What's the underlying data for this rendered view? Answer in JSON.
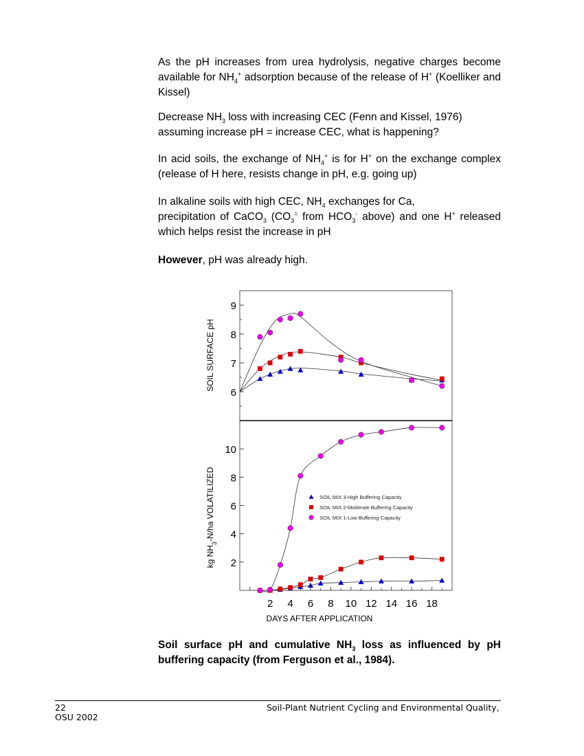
{
  "paragraphs": {
    "p1": {
      "a": "As the pH increases from urea hydrolysis, negative charges become available for NH",
      "sub": "4",
      "sup": "+",
      "b": " adsorption because of the release of H",
      "sup2": "+",
      "c": " (Koelliker and Kissel)"
    },
    "p2": {
      "a": "Decrease NH",
      "sub": "3",
      "b": " loss with increasing CEC (Fenn and Kissel, 1976) assuming increase pH = increase CEC, what is happening?"
    },
    "p3": {
      "a": "In acid soils, the exchange of NH",
      "sub": "4",
      "sup": "+",
      "b": " is for H",
      "sup2": "+",
      "c": " on the exchange complex (release of H here, resists change in pH, e.g. going up)"
    },
    "p4": {
      "a": "In alkaline soils with high CEC, NH",
      "sub": "4",
      "b": " exchanges for Ca,",
      "c": "precipitation of CaCO",
      "sub2": "3",
      "d": " (CO",
      "sub3": "3",
      "sup3": "=",
      "e": " from HCO",
      "sub4": "3",
      "sup4": "-",
      "f": " above) and one H",
      "sup5": "+",
      "g": " released which helps resist the increase in pH"
    },
    "p5": {
      "bold": "However",
      "rest": ", pH was already high."
    }
  },
  "caption": {
    "a": "Soil surface pH and cumulative NH",
    "sub": "3",
    "b": " loss as influenced by pH buffering capacity (from Ferguson et al., 1984)."
  },
  "footer": {
    "page_number": "22",
    "title": "Soil-Plant Nutrient Cycling and Environmental Quality,",
    "org": "OSU 2002"
  },
  "colors": {
    "high": "#0000cc",
    "moderate": "#dd0000",
    "low": "#ee00ee"
  },
  "chart_data": [
    {
      "type": "scatter",
      "ylabel": "SOIL SURFACE pH",
      "ylim": [
        5,
        9.5
      ],
      "y_ticks": [
        6,
        7,
        8,
        9
      ],
      "xlim": [
        -1,
        20
      ],
      "series": [
        {
          "name": "SOIL MIX 3-High Buffering Capacity",
          "marker": "triangle",
          "x": [
            1,
            2,
            3,
            4,
            5,
            9,
            11,
            16,
            19
          ],
          "y": [
            6.45,
            6.6,
            6.7,
            6.8,
            6.75,
            6.7,
            6.6,
            6.4,
            6.4
          ]
        },
        {
          "name": "SOIL MIX 2-Moderate Buffering Capacity",
          "marker": "square",
          "x": [
            1,
            2,
            3,
            4,
            5,
            9,
            11,
            16,
            19
          ],
          "y": [
            6.8,
            7.0,
            7.2,
            7.3,
            7.4,
            7.2,
            7.0,
            6.4,
            6.45
          ]
        },
        {
          "name": "SOIL MIX 1-Low Buffering Capacity",
          "marker": "circle",
          "x": [
            1,
            2,
            3,
            4,
            5,
            9,
            11,
            16,
            19
          ],
          "y": [
            7.9,
            8.05,
            8.5,
            8.55,
            8.7,
            7.1,
            7.1,
            6.4,
            6.2
          ]
        }
      ]
    },
    {
      "type": "line",
      "xlabel": "DAYS AFTER APPLICATION",
      "ylabel_a": "kg NH",
      "ylabel_sub": "3",
      "ylabel_b": "-N/ha VOLATILIZED",
      "ylim": [
        0,
        12
      ],
      "y_ticks": [
        2,
        4,
        6,
        8,
        10
      ],
      "xlim": [
        -1,
        20
      ],
      "x_ticks": [
        2,
        4,
        6,
        8,
        10,
        12,
        14,
        16,
        18
      ],
      "legend_position": "center-right",
      "series": [
        {
          "name": "SOIL MIX 3-High Buffering Capacity",
          "marker": "triangle",
          "x": [
            1,
            2,
            3,
            4,
            5,
            6,
            7,
            9,
            11,
            13,
            16,
            19
          ],
          "y": [
            0,
            0,
            0.05,
            0.15,
            0.25,
            0.35,
            0.5,
            0.55,
            0.6,
            0.65,
            0.65,
            0.7
          ]
        },
        {
          "name": "SOIL MIX 2-Moderate Buffering Capacity",
          "marker": "square",
          "x": [
            1,
            2,
            3,
            4,
            5,
            6,
            7,
            9,
            11,
            13,
            16,
            19
          ],
          "y": [
            0,
            0,
            0.1,
            0.2,
            0.4,
            0.8,
            0.9,
            1.5,
            2.0,
            2.3,
            2.3,
            2.2
          ]
        },
        {
          "name": "SOIL MIX 1-Low Buffering Capacity",
          "marker": "circle",
          "x": [
            1,
            2,
            3,
            4,
            5,
            7,
            9,
            11,
            13,
            16,
            19
          ],
          "y": [
            0,
            0.05,
            1.8,
            4.4,
            8.1,
            9.5,
            10.5,
            11.0,
            11.2,
            11.5,
            11.5
          ]
        }
      ]
    }
  ]
}
